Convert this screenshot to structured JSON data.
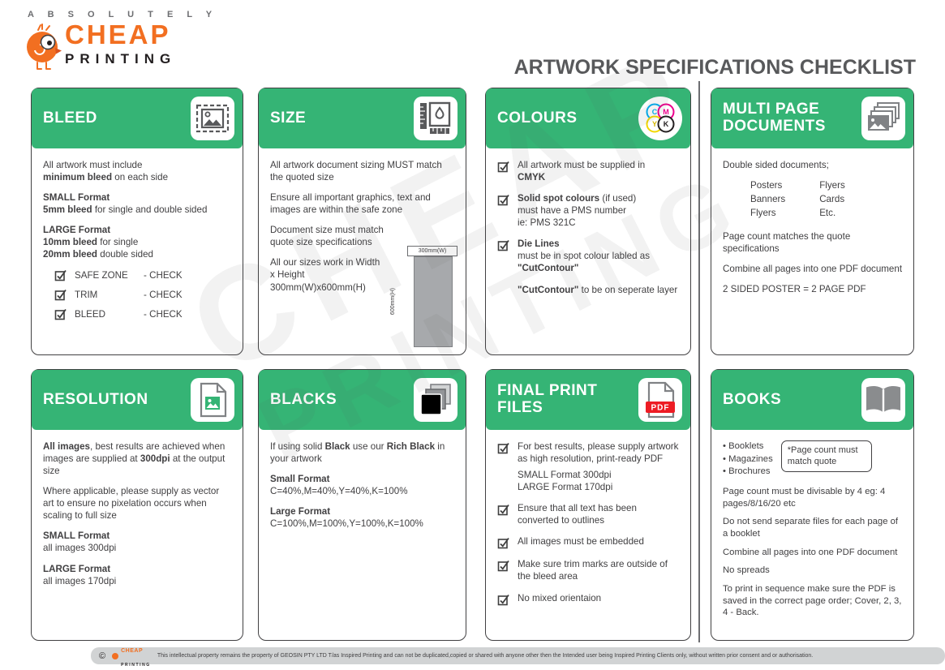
{
  "header": {
    "logo_top": "A B S O L U T E L Y",
    "logo_cheap": "CHEAP",
    "logo_printing": "PRINTING",
    "title": "ARTWORK SPECIFICATIONS CHECKLIST"
  },
  "watermark": {
    "line1": "CHEAP",
    "line2": "PRINTING"
  },
  "colors": {
    "green": "#35b475",
    "orange": "#f26f21",
    "dark_gray": "#58595b",
    "pdf_red": "#ed1c24",
    "cyan": "#00aeef",
    "magenta": "#ec008c",
    "yellow": "#f2d600",
    "black": "#231f20"
  },
  "cards": {
    "bleed": {
      "title": "BLEED",
      "p1a": "All artwork must include",
      "p1b": "minimum bleed",
      "p1c": "on each side",
      "small_label": "SMALL Format",
      "small_bold": "5mm bleed",
      "small_rest": "for single and double sided",
      "large_label": "LARGE  Format",
      "large1_bold": "10mm bleed",
      "large1_rest": "for single",
      "large2_bold": "20mm bleed",
      "large2_rest": "double sided",
      "checks": [
        {
          "label": "SAFE ZONE",
          "status": "- CHECK"
        },
        {
          "label": "TRIM",
          "status": "- CHECK"
        },
        {
          "label": "BLEED",
          "status": "- CHECK"
        }
      ]
    },
    "size": {
      "title": "SIZE",
      "p1": "All artwork document sizing MUST match the quoted size",
      "p2": "Ensure all important graphics, text and images are within the safe zone",
      "p3": "Document size must match quote size specifications",
      "p4": "All our sizes work in Width x Height 300mm(W)x600mm(H)",
      "diagram_w": "300mm(W)",
      "diagram_h": "600mm(H)"
    },
    "colours": {
      "title": "COLOURS",
      "i1a": "All artwork must be supplied in",
      "i1b": "CMYK",
      "i2a": "Solid spot colours",
      "i2b": " (if used)",
      "i2c": "must have a PMS number",
      "i2d": "ie: PMS 321C",
      "i3a": "Die Lines",
      "i3b": "must be in spot colour labled as",
      "i3c": "\"CutContour\"",
      "i4a": "\"CutContour\"",
      "i4b": "to be on seperate layer",
      "cmyk": [
        "C",
        "M",
        "Y",
        "K"
      ]
    },
    "multipage": {
      "title1": "MULTI PAGE",
      "title2": "DOCUMENTS",
      "p1": "Double sided documents;",
      "col1": [
        "Posters",
        "Banners",
        "Flyers"
      ],
      "col2": [
        "Flyers",
        "Cards",
        "Etc."
      ],
      "p2": "Page count matches the quote specifications",
      "p3": "Combine all pages into one PDF document",
      "p4": "2 SIDED POSTER = 2 PAGE PDF"
    },
    "resolution": {
      "title": "RESOLUTION",
      "p1a": "All images",
      "p1b": ", best results are achieved when images are supplied at ",
      "p1c": "300dpi",
      "p1d": " at the output size",
      "p2": "Where applicable, please supply as vector art to ensure no pixelation occurs when scaling to full size",
      "small_label": "SMALL Format",
      "small_text": "all images 300dpi",
      "large_label": "LARGE  Format",
      "large_text": "all images 170dpi"
    },
    "blacks": {
      "title": "BLACKS",
      "p1a": "If using solid ",
      "p1b": "Black",
      "p1c": " use our ",
      "p1d": "Rich Black",
      "p1e": " in your artwork",
      "small_label": "Small Format",
      "small_text": "C=40%,M=40%,Y=40%,K=100%",
      "large_label": "Large Format",
      "large_text": "C=100%,M=100%,Y=100%,K=100%"
    },
    "finalprint": {
      "title1": "FINAL PRINT",
      "title2": "FILES",
      "pdf_label": "PDF",
      "i1": "For best results, please supply artwork as high resolution, print-ready PDF",
      "i1_sub1": "SMALL Format 300dpi",
      "i1_sub2": "LARGE  Format 170dpi",
      "i2": "Ensure that all text has been converted to outlines",
      "i3": "All images must be embedded",
      "i4": "Make sure trim marks are outside of the bleed area",
      "i5": "No mixed orientaion"
    },
    "books": {
      "title": "BOOKS",
      "bullets": [
        "• Booklets",
        "• Magazines",
        "• Brochures"
      ],
      "note": "*Page count must match quote",
      "p1": "Page count must be divisable by 4 eg: 4 pages/8/16/20 etc",
      "p2": "Do not send separate files for each page of a booklet",
      "p3": "Combine all pages into one PDF document",
      "p4": "No spreads",
      "p5": "To print in sequence make sure the PDF is saved in the correct page order; Cover, 2, 3, 4 - Back."
    }
  },
  "footer": {
    "copyright_symbol": "©",
    "logo_cheap": "CHEAP",
    "logo_printing": "PRINTING",
    "text": "This intellectual property remains the property of GEOSIN PTY LTD T/as Inspired Printing and can not be duplicated,copied or shared with anyone other then the Intended user being Inspired Printing Clients only, without written prior consent and or authorisation."
  }
}
